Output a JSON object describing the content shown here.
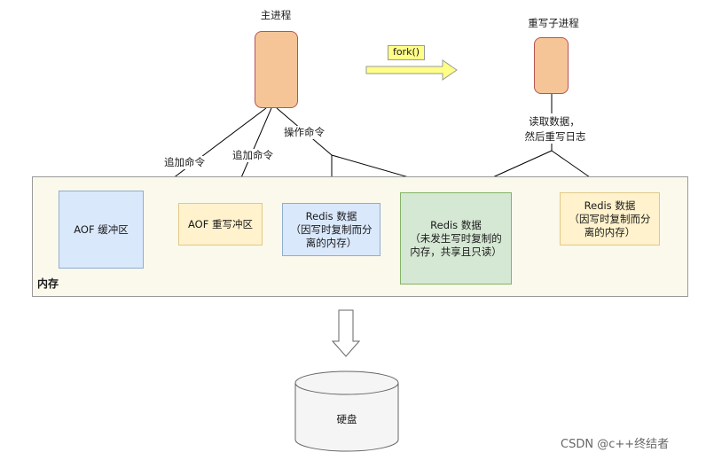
{
  "main_process": {
    "label": "主进程"
  },
  "child_process": {
    "label": "重写子进程"
  },
  "fork": {
    "label": "fork()"
  },
  "edges": {
    "append_1": "追加命令",
    "append_2": "追加命令",
    "operate": "操作命令",
    "read_write_line1": "读取数据，",
    "read_write_line2": "然后重写日志"
  },
  "memory": {
    "label": "内存",
    "aof_buffer": "AOF 缓冲区",
    "aof_rewrite_buffer": "AOF 重写冲区",
    "redis_data_left": {
      "line1": "Redis 数据",
      "line2": "（因写时复制而分",
      "line3": "离的内存）"
    },
    "redis_data_shared": {
      "line1": "Redis 数据",
      "line2": "（未发生写时复制的",
      "line3": "内存，共享且只读）"
    },
    "redis_data_right": {
      "line1": "Redis 数据",
      "line2": "（因写时复制而分",
      "line3": "离的内存）"
    }
  },
  "disk": {
    "label": "硬盘"
  },
  "watermark": "CSDN @c++终结者",
  "colors": {
    "process_fill": "#f5c597",
    "memory_fill": "#fbf8ec",
    "blue_fill": "#dae8fc",
    "yellow_fill": "#fff2cc",
    "green_fill": "#d5e8d4",
    "fork_fill": "#ffff88"
  }
}
